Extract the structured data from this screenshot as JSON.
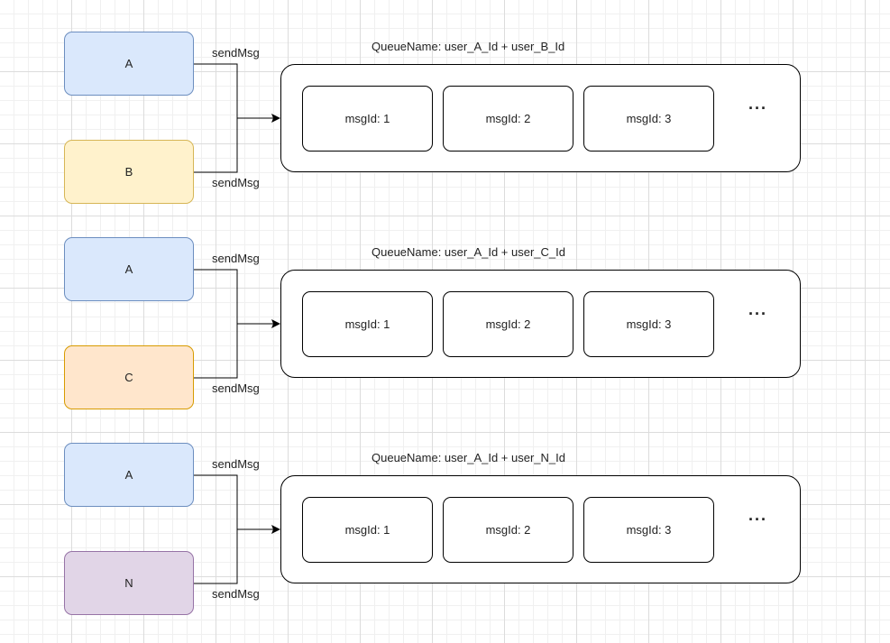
{
  "groups": [
    {
      "queue_name": "QueueName:  user_A_Id + user_B_Id",
      "sender_top": {
        "label": "A",
        "fill": "#dae8fc",
        "border": "#6c8ebf"
      },
      "sender_bottom": {
        "label": "B",
        "fill": "#fff2cc",
        "border": "#d6b656"
      },
      "send_label_top": "sendMsg",
      "send_label_bottom": "sendMsg",
      "messages": [
        "msgId:  1",
        "msgId:  2",
        "msgId:  3"
      ],
      "more": "···"
    },
    {
      "queue_name": "QueueName:  user_A_Id + user_C_Id",
      "sender_top": {
        "label": "A",
        "fill": "#dae8fc",
        "border": "#6c8ebf"
      },
      "sender_bottom": {
        "label": "C",
        "fill": "#ffe6cc",
        "border": "#d79b00"
      },
      "send_label_top": "sendMsg",
      "send_label_bottom": "sendMsg",
      "messages": [
        "msgId:  1",
        "msgId:  2",
        "msgId:  3"
      ],
      "more": "···"
    },
    {
      "queue_name": "QueueName:  user_A_Id + user_N_Id",
      "sender_top": {
        "label": "A",
        "fill": "#dae8fc",
        "border": "#6c8ebf"
      },
      "sender_bottom": {
        "label": "N",
        "fill": "#e1d5e7",
        "border": "#9673a6"
      },
      "send_label_top": "sendMsg",
      "send_label_bottom": "sendMsg",
      "messages": [
        "msgId:  1",
        "msgId:  2",
        "msgId:  3"
      ],
      "more": "···"
    }
  ]
}
